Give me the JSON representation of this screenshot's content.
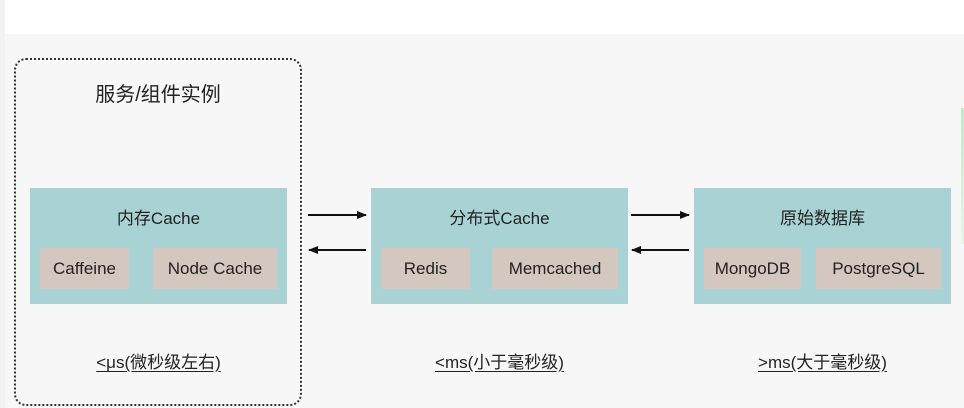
{
  "service": {
    "title": "服务/组件实例"
  },
  "layers": [
    {
      "title": "内存Cache",
      "items": [
        "Caffeine",
        "Node Cache"
      ],
      "latency": "<μs(微秒级左右)"
    },
    {
      "title": "分布式Cache",
      "items": [
        "Redis",
        "Memcached"
      ],
      "latency": "<ms(小于毫秒级)"
    },
    {
      "title": "原始数据库",
      "items": [
        "MongoDB",
        "PostgreSQL"
      ],
      "latency": ">ms(大于毫秒级)"
    }
  ],
  "colors": {
    "layer_fill": "#a9d2d4",
    "chip_fill": "#d3c7bf",
    "background": "#f6f7f6",
    "arrow": "#111111"
  }
}
